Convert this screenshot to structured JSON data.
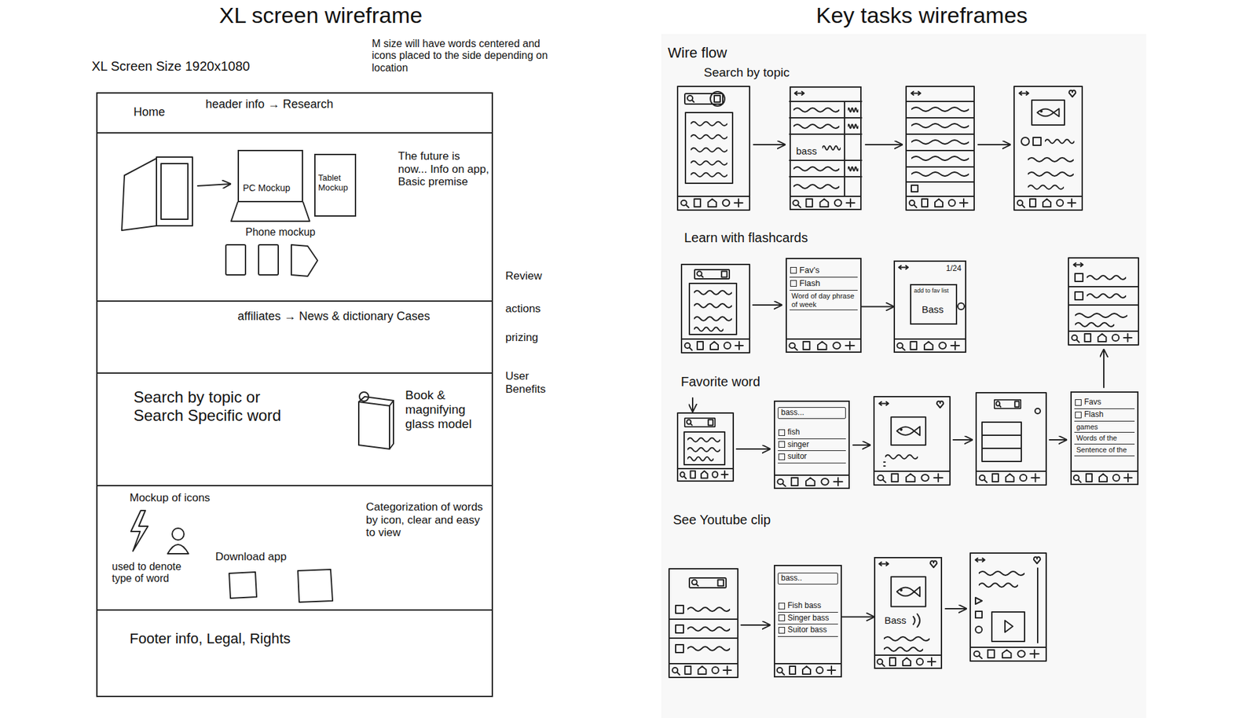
{
  "diagram": {
    "nodes": [
      {
        "text": [
          "Home",
          "header info → Research"
        ]
      },
      {
        "text": [
          "The future is now... Info on app, Basic premise",
          "Phone mockup"
        ]
      },
      {
        "text": [
          "PC Mockup"
        ],
        "in": 1
      },
      {
        "text": [
          "Tablet Mockup"
        ],
        "in": 1
      },
      {
        "text": [
          "affiliates → News & dictionary Cases"
        ]
      },
      {
        "text": [
          "Search by topic or Search Specific word",
          "Book & magnifying glass model"
        ]
      },
      {
        "text": [
          "Mockup of icons",
          "used to denote type of word",
          "Download app",
          "Categorization of words by icon, clear and easy to view"
        ]
      },
      {
        "text": [
          "Footer info, Legal, Rights"
        ]
      },
      {
        "text": [
          "bass"
        ]
      },
      {
        "text": [
          "Fav's",
          "Flash",
          "Word of day phrase of week"
        ]
      },
      {
        "text": [
          "1/24"
        ]
      },
      {
        "text": [
          "add to fav list",
          "Bass"
        ],
        "in": 10
      },
      {
        "text": [
          "bass...",
          "fish",
          "singer",
          "suitor"
        ]
      },
      {
        "text": [
          "Favs",
          "Flash",
          "games",
          "Words of the",
          "Sentence of the"
        ]
      },
      {
        "text": [
          "bass..",
          "Fish bass",
          "Singer bass",
          "Suitor bass"
        ]
      },
      {
        "text": [
          "Bass"
        ]
      }
    ],
    "edges": [
      {
        "from": 9,
        "to": 10,
        "arrow": "to"
      },
      {
        "from": 14,
        "to": 15,
        "arrow": "to"
      }
    ],
    "labels": [
      "XL screen wireframe",
      "Key tasks wireframes",
      "XL Screen Size 1920x1080",
      "M size will have words centered and icons placed to the side depending on location",
      "Review",
      "actions",
      "prizing",
      "User Benefits",
      "Wire flow",
      "Search by topic",
      "Learn with flashcards",
      "Favorite word",
      "See Youtube clip"
    ]
  }
}
